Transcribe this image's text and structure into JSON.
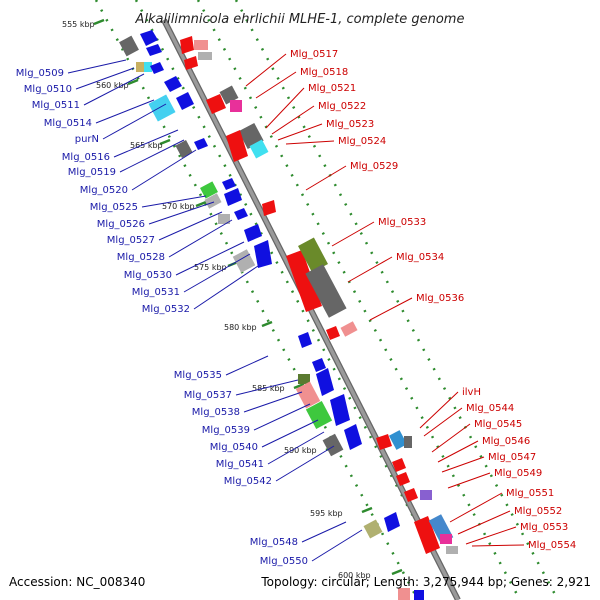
{
  "title": "Alkalilimnicola ehrlichii MLHE-1, complete genome",
  "footer": {
    "accession": "Accession: NC_008340",
    "topology": "Topology: circular; Length: 3,275,944 bp; Genes: 2,921"
  },
  "colors": {
    "left_label": "#1a1aa8",
    "right_label": "#cc0000",
    "backbone": "#8c8c8c",
    "dot_track": "#2e8b2e"
  },
  "scale_marks": [
    "555 kbp",
    "560 kbp",
    "565 kbp",
    "570 kbp",
    "575 kbp",
    "580 kbp",
    "585 kbp",
    "590 kbp",
    "595 kbp",
    "600 kbp"
  ],
  "left_labels": [
    "Mlg_0509",
    "Mlg_0510",
    "Mlg_0511",
    "Mlg_0514",
    "purN",
    "Mlg_0516",
    "Mlg_0519",
    "Mlg_0520",
    "Mlg_0525",
    "Mlg_0526",
    "Mlg_0527",
    "Mlg_0528",
    "Mlg_0530",
    "Mlg_0531",
    "Mlg_0532",
    "Mlg_0535",
    "Mlg_0537",
    "Mlg_0538",
    "Mlg_0539",
    "Mlg_0540",
    "Mlg_0541",
    "Mlg_0542",
    "Mlg_0548",
    "Mlg_0550"
  ],
  "right_labels": [
    "Mlg_0517",
    "Mlg_0518",
    "Mlg_0521",
    "Mlg_0522",
    "Mlg_0523",
    "Mlg_0524",
    "Mlg_0529",
    "Mlg_0533",
    "Mlg_0534",
    "Mlg_0536",
    "ilvH",
    "Mlg_0544",
    "Mlg_0545",
    "Mlg_0546",
    "Mlg_0547",
    "Mlg_0549",
    "Mlg_0551",
    "Mlg_0552",
    "Mlg_0553",
    "Mlg_0554"
  ]
}
